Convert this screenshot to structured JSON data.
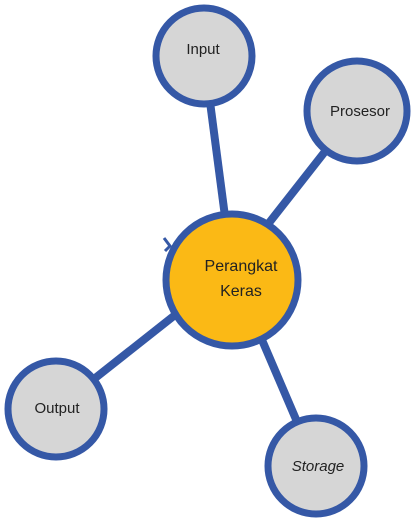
{
  "diagram": {
    "center": {
      "line1": "Perangkat",
      "line2": "Keras"
    },
    "nodes": {
      "input": "Input",
      "prosesor": "Prosesor",
      "output": "Output",
      "storage": "Storage"
    }
  },
  "colors": {
    "connector": "#3558a6",
    "node_fill": "#d6d6d6",
    "node_stroke": "#3558a6",
    "center_fill": "#fbb915",
    "text": "#222222"
  }
}
